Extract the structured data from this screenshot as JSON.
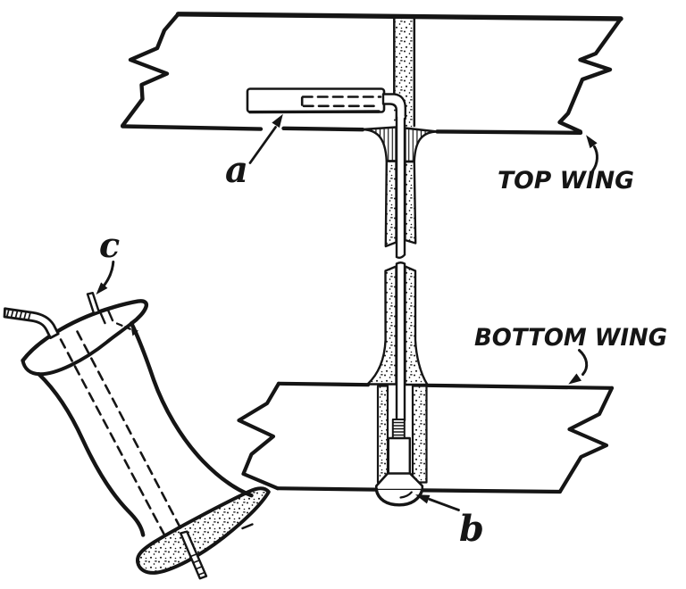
{
  "figure": {
    "wing_labels": {
      "top": "TOP WING",
      "bottom": "BOTTOM WING"
    },
    "part_labels": {
      "a": "a",
      "b": "b",
      "c": "c"
    },
    "ink_color": "#151515",
    "paper_color": "#ffffff"
  }
}
